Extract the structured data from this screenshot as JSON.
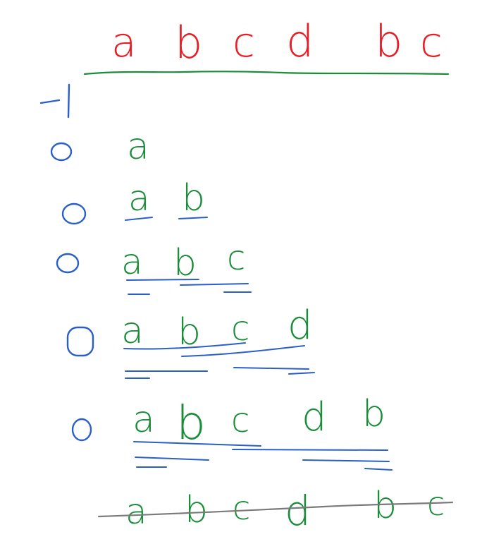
{
  "header": {
    "letters": [
      "a",
      "b",
      "c",
      "d",
      "b",
      "c"
    ]
  },
  "start_marker": "-1",
  "rows": [
    {
      "marker": "o",
      "letters": [
        "a"
      ]
    },
    {
      "marker": "o",
      "letters": [
        "a",
        "b"
      ]
    },
    {
      "marker": "o",
      "letters": [
        "a",
        "b",
        "c"
      ]
    },
    {
      "marker": "o",
      "letters": [
        "a",
        "b",
        "c",
        "d"
      ]
    },
    {
      "marker": "o",
      "letters": [
        "a",
        "b",
        "c",
        "d",
        "b"
      ]
    }
  ],
  "bottom_row": {
    "letters": [
      "a",
      "b",
      "c",
      "d",
      "b",
      "c"
    ],
    "struck_through": true
  },
  "colors": {
    "header_text": "#ea1c24",
    "underline_green": "#1b8c3a",
    "sequence_text": "#1b8c3a",
    "markers": "#2a5fc9",
    "underlines_blue": "#2a5fc9",
    "strike_line": "#7a7a7a"
  }
}
